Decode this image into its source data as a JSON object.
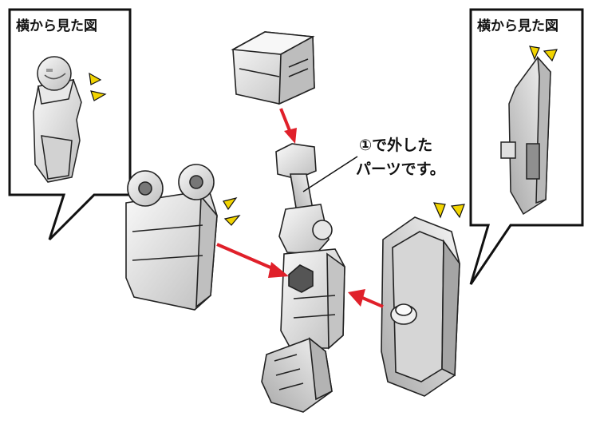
{
  "left_panel": {
    "title": "横から見た図"
  },
  "right_panel": {
    "title": "横から見た図"
  },
  "callout": {
    "line1": "①で外した",
    "line2": "パーツです。"
  },
  "colors": {
    "arrow": "#e0202a",
    "sparkle": "#f2d400",
    "outline": "#111111",
    "part_light": "#f2f2f2",
    "part_shade": "#c9c9c9",
    "part_dark": "#9a9a9a"
  }
}
